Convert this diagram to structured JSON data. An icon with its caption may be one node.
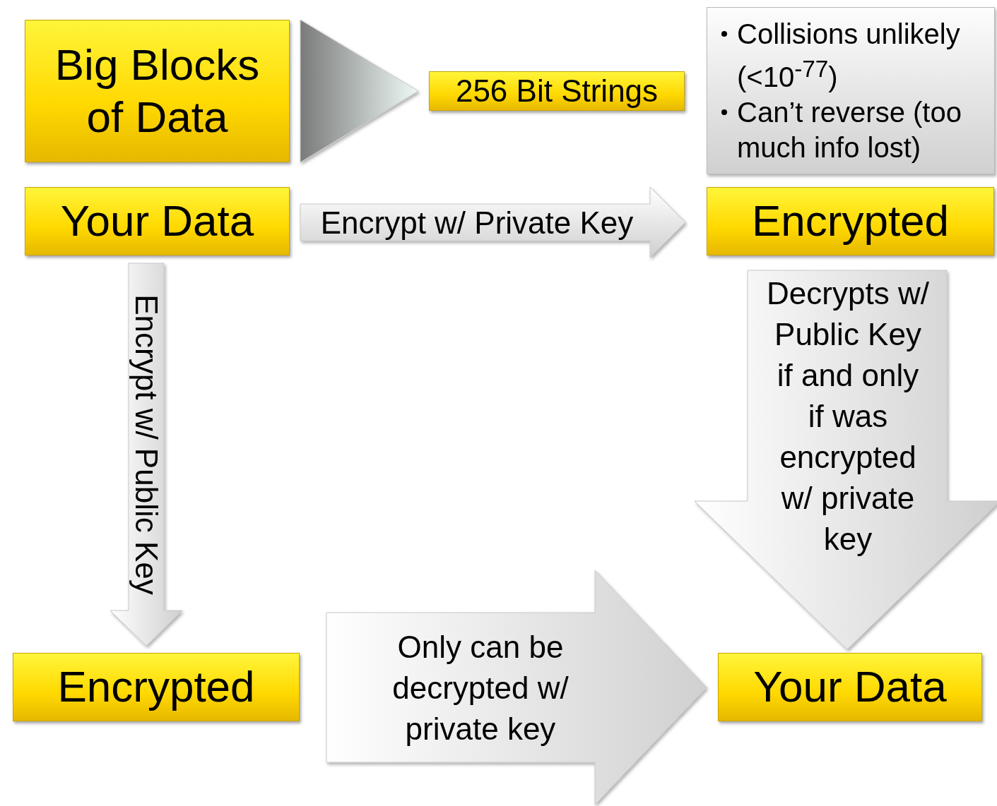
{
  "diagram": {
    "nodes": [
      {
        "text": [
          "Big Blocks of Data"
        ]
      },
      {
        "text": [
          "256 Bit Strings"
        ]
      },
      {
        "text": [
          "Collisions unlikely (<10$^{-77}$)",
          "Can’t reverse (too much info lost)"
        ]
      },
      {
        "text": [
          "Your Data"
        ]
      },
      {
        "text": [
          "Encrypted"
        ]
      },
      {
        "text": [
          "Encrypted"
        ]
      },
      {
        "text": [
          "Your Data"
        ]
      }
    ],
    "edges": [
      {
        "from": 0,
        "to": 1,
        "arrow": "to"
      },
      {
        "from": 3,
        "to": 4,
        "arrow": "to",
        "label": "Encrypt w/ Private Key"
      },
      {
        "from": 3,
        "to": 5,
        "arrow": "to",
        "label": "Encrypt w/ Public Key"
      },
      {
        "from": 4,
        "to": 6,
        "arrow": "to",
        "label": "Decrypts w/ Public Key if and only if was encrypted w/ private key"
      },
      {
        "from": 5,
        "to": 6,
        "arrow": "to",
        "label": "Only can be decrypted w/ private key"
      }
    ]
  }
}
